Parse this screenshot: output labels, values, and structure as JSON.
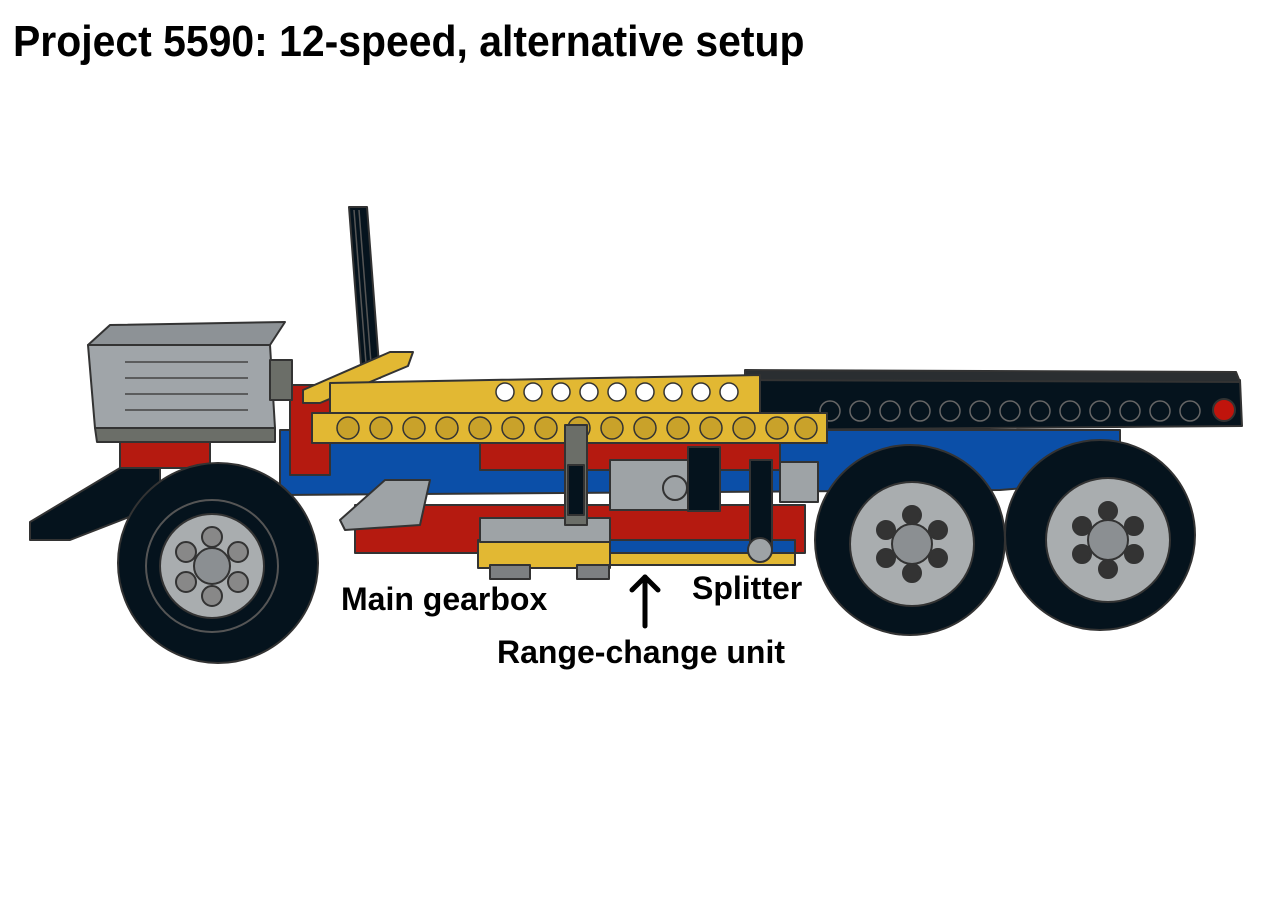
{
  "title": "Project 5590: 12-speed, alternative setup",
  "labels": {
    "main_gearbox": "Main gearbox",
    "splitter": "Splitter",
    "range_change": "Range-change unit"
  },
  "arrow": {
    "direction": "up",
    "points_to": "range_change"
  },
  "colors": {
    "background": "#ffffff",
    "text": "#000000",
    "yellow": "#e2b833",
    "red": "#b51a10",
    "blue": "#0b4fa8",
    "black": "#05131d",
    "light_gray": "#a0a5a9",
    "dark_gray": "#6b6e68",
    "outline": "#333333"
  }
}
